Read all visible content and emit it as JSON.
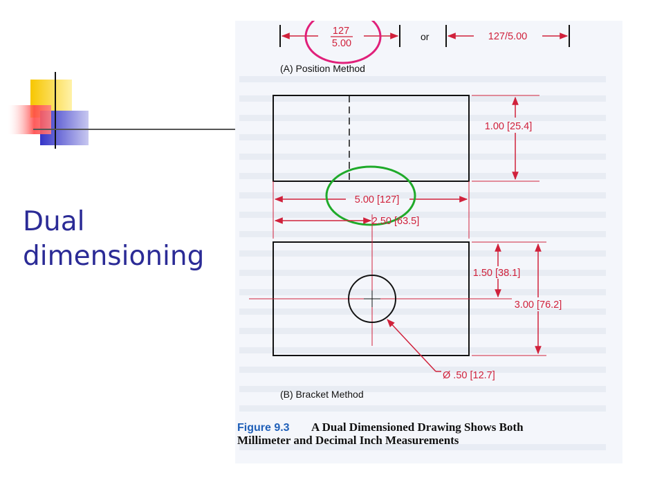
{
  "slide": {
    "title": "Dual dimensioning"
  },
  "figure": {
    "top_dim_numerator": "127",
    "top_dim_denominator": "5.00",
    "or_label": "or",
    "top_dim_alt": "127/5.00",
    "method_a_label": "(A)  Position Method",
    "height_a": "1.00 [25.4]",
    "width_b": "5.00 [127]",
    "half_width_b": "2.50 [63.5]",
    "hole_center_b": "1.50 [38.1]",
    "height_b": "3.00 [76.2]",
    "hole_diameter_b": "Ø .50 [12.7]",
    "method_b_label": "(B)  Bracket Method",
    "caption_number": "Figure 9.3",
    "caption_line1": "A Dual Dimensioned Drawing Shows Both",
    "caption_line2": "Millimeter and Decimal Inch Measurements"
  },
  "colors": {
    "title": "#2b2b96",
    "dimension": "#d0213b",
    "highlight_pink": "#e0207a",
    "highlight_green": "#1faa2a",
    "logo_yellow": "#f7c600",
    "logo_blue": "#3434c8",
    "logo_red": "#ff4a4a"
  }
}
